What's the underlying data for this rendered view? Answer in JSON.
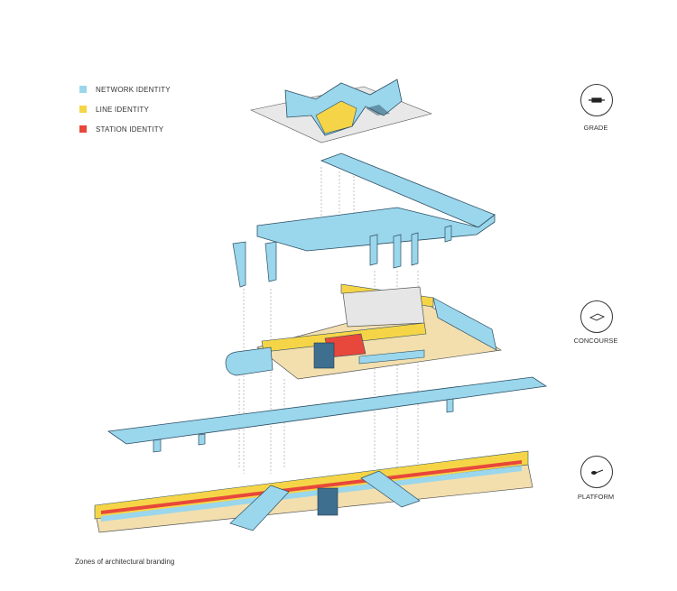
{
  "legend": {
    "items": [
      {
        "label": "NETWORK IDENTITY",
        "color": "#9ad6ec"
      },
      {
        "label": "LINE IDENTITY",
        "color": "#f5d547"
      },
      {
        "label": "STATION IDENTITY",
        "color": "#e8473b"
      }
    ]
  },
  "levels": {
    "grade": "GRADE",
    "concourse": "CONCOURSE",
    "platform": "PLATFORM"
  },
  "caption": "Zones of architectural branding",
  "colors": {
    "network": "#9ad6ec",
    "network_dark": "#5ab2d3",
    "line": "#f5d547",
    "station": "#e8473b",
    "floor": "#f3dfae",
    "ground": "#e8e8e8"
  }
}
